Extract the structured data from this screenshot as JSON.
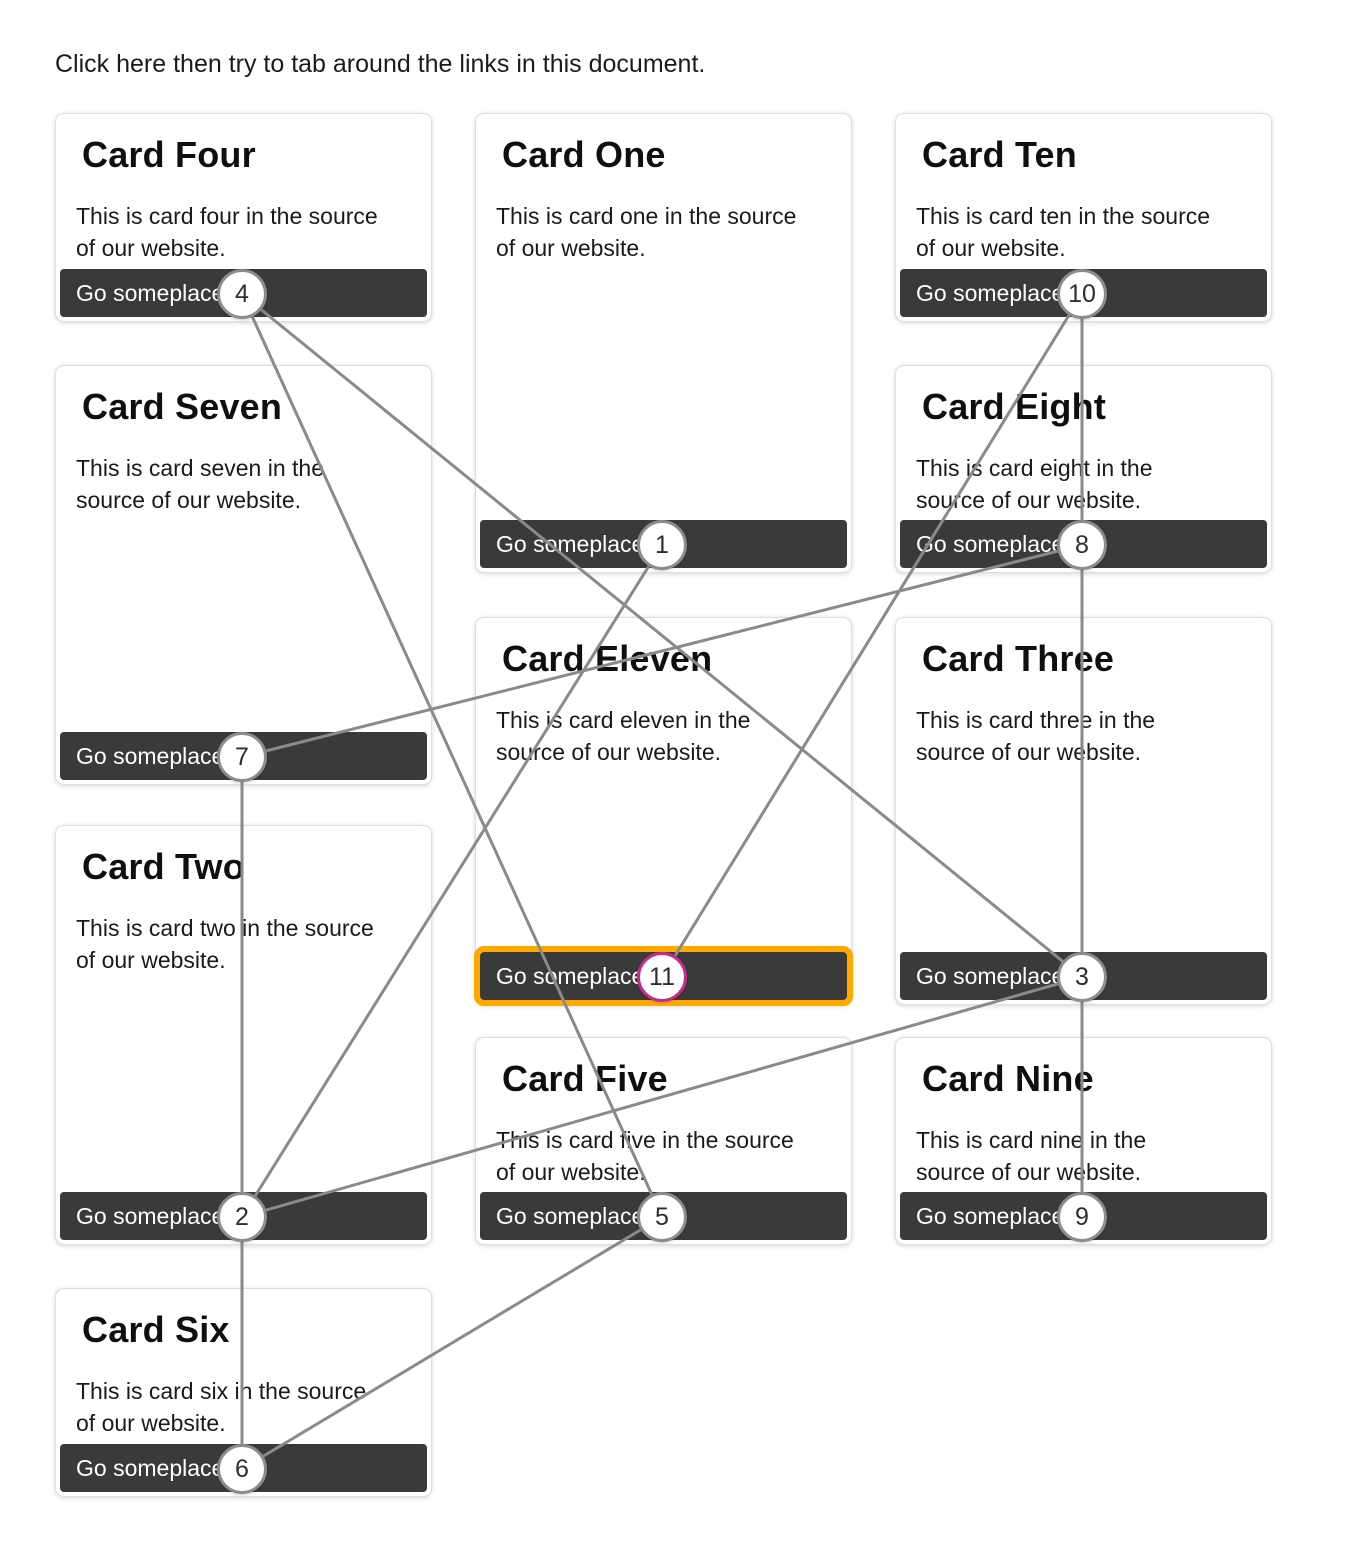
{
  "page": {
    "instruction": "Click here then try to tab around the links in this document."
  },
  "theme": {
    "button-bg": "#3a3a3a",
    "focus-ring": "#ffa800",
    "current-badge": "#c52d8c",
    "badge-border": "#8c8c8c",
    "line": "#8a8a8a"
  },
  "cards": {
    "four": {
      "title": "Card Four",
      "body": "This is card four in the source of our website.",
      "button_label": "Go someplace",
      "tab_index": 4
    },
    "seven": {
      "title": "Card Seven",
      "body": "This is card seven in the source of our website.",
      "button_label": "Go someplace",
      "tab_index": 7
    },
    "two": {
      "title": "Card Two",
      "body": "This is card two in the source of our website.",
      "button_label": "Go someplace",
      "tab_index": 2
    },
    "six": {
      "title": "Card Six",
      "body": "This is card six in the source of our website.",
      "button_label": "Go someplace",
      "tab_index": 6
    },
    "one": {
      "title": "Card One",
      "body": "This is card one in the source of our website.",
      "button_label": "Go someplace",
      "tab_index": 1
    },
    "eleven": {
      "title": "Card Eleven",
      "body": "This is card eleven in the source of our website.",
      "button_label": "Go someplace",
      "tab_index": 11
    },
    "five": {
      "title": "Card Five",
      "body": "This is card five in the source of our website.",
      "button_label": "Go someplace",
      "tab_index": 5
    },
    "ten": {
      "title": "Card Ten",
      "body": "This is card ten in the source of our website.",
      "button_label": "Go someplace",
      "tab_index": 10
    },
    "eight": {
      "title": "Card Eight",
      "body": "This is card eight in the source of our website.",
      "button_label": "Go someplace",
      "tab_index": 8
    },
    "three": {
      "title": "Card Three",
      "body": "This is card three in the source of our website.",
      "button_label": "Go someplace",
      "tab_index": 3
    },
    "nine": {
      "title": "Card Nine",
      "body": "This is card nine in the source of our website.",
      "button_label": "Go someplace",
      "tab_index": 9
    }
  }
}
